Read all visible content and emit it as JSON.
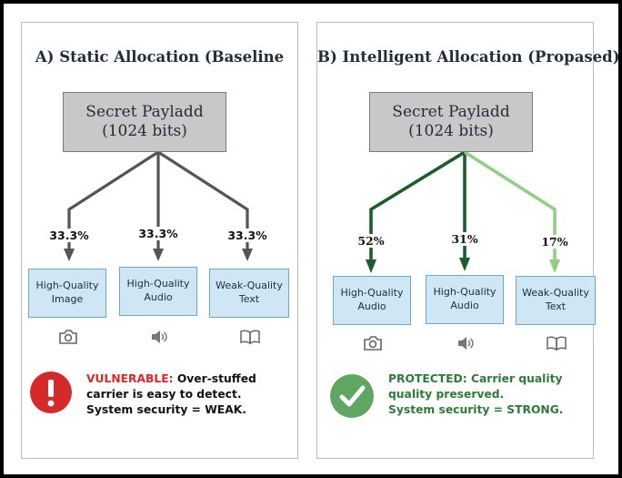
{
  "colors": {
    "vulnerable": "#d42a2a",
    "protected": "#2e7a3b",
    "carrier_fill": "#cfe6f4",
    "payload_fill": "#c8c8c8",
    "arrow_gray": "#555555",
    "arrow_dark_green": "#1c5d2b",
    "arrow_light_green": "#8fcf86"
  },
  "panel_a": {
    "title": "A) Static Allocation (Baseline",
    "payload": {
      "line1": "Secret Payladd",
      "line2": "(1024 bits)"
    },
    "branches": [
      {
        "percent": "33.3%",
        "carrier_line1": "High-Quality",
        "carrier_line2": "Image",
        "icon": "camera-icon"
      },
      {
        "percent": "33.3%",
        "carrier_line1": "High-Quality",
        "carrier_line2": "Audio",
        "icon": "speaker-icon"
      },
      {
        "percent": "33.3%",
        "carrier_line1": "Weak-Quality",
        "carrier_line2": "Text",
        "icon": "book-icon"
      }
    ],
    "status": {
      "icon": "exclamation-icon",
      "lead": "VULNERABLE:",
      "line1_rest": " Over-stuffed",
      "line2": "carrier is easy to detect.",
      "line3": "System security = WEAK."
    }
  },
  "panel_b": {
    "title": "B) Intelligent Allocation (Propased)",
    "payload": {
      "line1": "Secret Payladd",
      "line2": "(1024 bits)"
    },
    "branches": [
      {
        "percent": "52%",
        "carrier_line1": "High-Quality",
        "carrier_line2": "Audio",
        "icon": "camera-icon"
      },
      {
        "percent": "31%",
        "carrier_line1": "High-Quality",
        "carrier_line2": "Audio",
        "icon": "speaker-icon"
      },
      {
        "percent": "17%",
        "carrier_line1": "Weak-Quality",
        "carrier_line2": "Text",
        "icon": "book-icon"
      }
    ],
    "status": {
      "icon": "checkmark-icon",
      "line1": "PROTECTED: Carrier quality",
      "line2": "quality preserved.",
      "line3": "System security = STRONG."
    }
  }
}
